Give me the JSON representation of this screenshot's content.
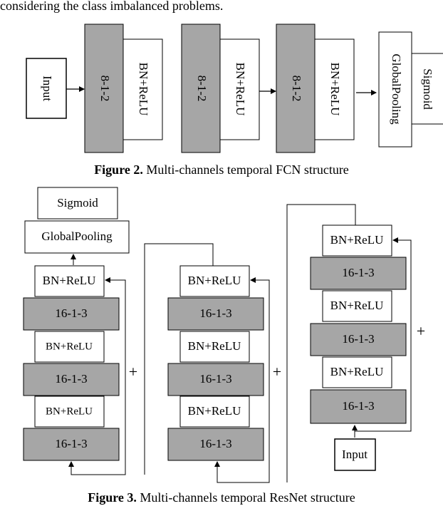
{
  "top_text": "considering the class imbalanced problems.",
  "figure2": {
    "caption_label": "Figure 2.",
    "caption_text": " Multi-channels temporal FCN structure",
    "input": "Input",
    "conv": "8-1-2",
    "bn": "BN+ReLU",
    "pool": "GlobalPooling",
    "sigmoid": "Sigmoid"
  },
  "figure3": {
    "caption_label": "Figure 3.",
    "caption_text": " Multi-channels temporal ResNet structure",
    "sigmoid": "Sigmoid",
    "pool": "GlobalPooling",
    "bn": "BN+ReLU",
    "conv": "16-1-3",
    "plus": "+",
    "input": "Input"
  },
  "colors": {
    "conv_fill": "#a6a6a6",
    "stroke": "#000000",
    "bg": "#ffffff"
  }
}
